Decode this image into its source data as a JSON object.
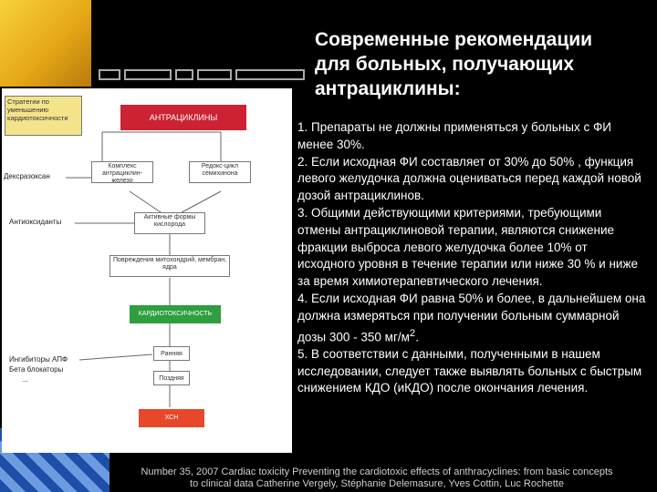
{
  "slide": {
    "title_lines": [
      "Современные рекомендации",
      "для больных, получающих",
      "антрациклины:"
    ],
    "points": [
      "1. Препараты не должны применяться у больных с ФИ менее 30%.",
      "2. Если исходная ФИ составляет от 30% до 50% , функция левого желудочка должна оцениваться перед каждой новой дозой антрациклинов.",
      " 3. Общими действующими критериями, требующими отмены антрациклиновой терапии, являются снижение фракции выброса левого желудочка более 10% от исходного уровня в течение терапии или ниже 30 % и ниже за время химиотерапевтического лечения.",
      "4. Если исходная ФИ равна 50% и более, в дальнейшем она должна измеряться при получении больным суммарной дозы 300 - 350 мг/м",
      "5. В соответствии с данными, полученными в нашем исследовании, следует также выявлять больных с быстрым снижением КДО (иКДО) после окончания лечения."
    ],
    "point4_sup": "2",
    "point4_tail": ".",
    "footer_line1": "Number 35, 2007 Cardiac toxicity Preventing the cardiotoxic effects of anthracyclines: from basic concepts",
    "footer_line2": "to clinical data Catherine Vergely, Stéphanie Delemasure, Yves Cottin, Luc Rochette"
  },
  "diagram": {
    "strategy": "Стратегии по уменьшению кардиотоксичности",
    "anthracyclines": "АНТРАЦИКЛИНЫ",
    "complex": "Комплекс антрациклин-железо",
    "redox": "Редокс-цикл семихинона",
    "dexrazoxane": "Дексразоксан",
    "antioxidants": "Антиоксиданты",
    "active_forms": "Активные формы кислорода",
    "damage": "Повреждения митохондрий, мембран, ядра",
    "cardiotox": "КАРДИОТОКСИЧНОСТЬ",
    "early": "Ранняя",
    "late": "Поздняя",
    "chf": "ХСН",
    "ace": "Ингибиторы АПФ",
    "beta": "Бета блокаторы",
    "dots": "..."
  },
  "colors": {
    "red": "#cc2233",
    "green": "#2e9e3f",
    "orange": "#e8482a",
    "yellow": "#f3e38a"
  }
}
